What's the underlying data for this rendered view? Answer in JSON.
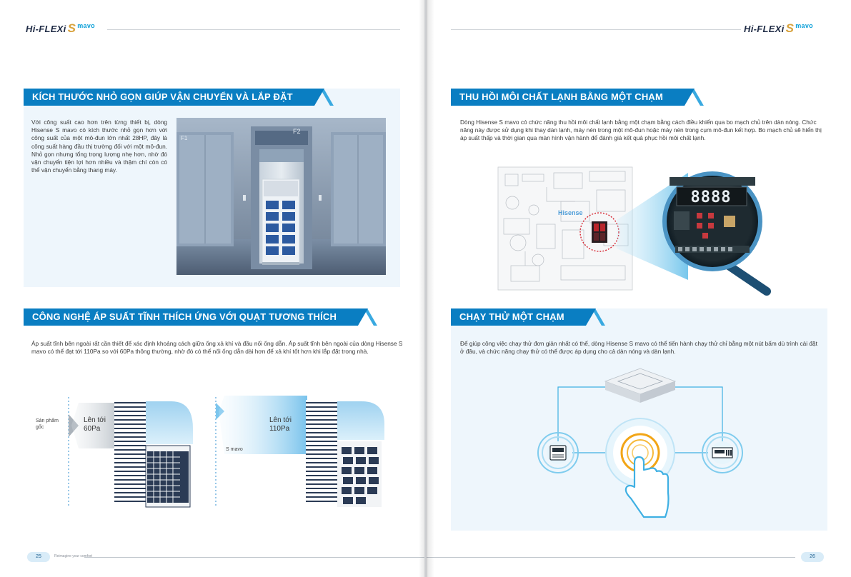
{
  "brand": {
    "name": "Hi-FLEXi",
    "s": "S",
    "mavo": "mavo"
  },
  "left": {
    "page_number": "25",
    "tagline": "Reimagine your comfort",
    "section1": {
      "title": "KÍCH THƯỚC NHỎ GỌN GIÚP VẬN CHUYỂN VÀ LẮP ĐẶT",
      "text": "Với công suất cao hơn trên từng thiết bị, dòng Hisense S mavo có kích thước nhỏ gọn hơn với công suất của một mô-đun lớn nhất 28HP, đây là công suất hàng đầu thị trường đối với một mô-đun. Nhỏ gọn nhưng tổng trọng lượng nhẹ hơn, nhờ đó vận chuyển tiện lợi hơn nhiều và thậm chí còn có thể vận chuyển bằng thang máy.",
      "photo_labels": {
        "f1": "F1",
        "f2": "F2"
      }
    },
    "section2": {
      "title": "CÔNG NGHỆ ÁP SUẤT TĨNH THÍCH ỨNG VỚI QUẠT TƯƠNG THÍCH",
      "text": "Áp suất tĩnh bên ngoài rất cần thiết để xác định khoảng cách giữa ống xả khí và đầu nối ống dẫn. Áp suất tĩnh bên ngoài của dòng Hisense S mavo có thể đạt tới 110Pa so với 60Pa thông thường, nhờ đó có thể nối ống dẫn dài hơn để xả khí tốt hơn khi lắp đặt trong nhà.",
      "original_label": "Sản phẩm gốc",
      "original_value": "Lên tới 60Pa",
      "smavo_label": "S mavo",
      "smavo_value": "Lên tới 110Pa"
    }
  },
  "right": {
    "page_number": "26",
    "section1": {
      "title": "THU HỒI MÔI CHẤT LẠNH BẰNG MỘT CHẠM",
      "text": "Dòng Hisense S mavo có chức năng thu hồi môi chất lạnh bằng một chạm bằng cách điều khiển qua bo mạch chủ trên dàn nóng. Chức năng này được sử dụng khi thay dàn lạnh, máy nén trong một mô-đun hoặc máy nén trong cụm mô-đun kết hợp. Bo mạch chủ sẽ hiển thị áp suất thấp và thời gian qua màn hình vận hành để đánh giá kết quả phục hồi môi chất lạnh.",
      "board_logo": "Hisense",
      "display_digits": "8888"
    },
    "section2": {
      "title": "CHẠY THỬ MỘT CHẠM",
      "text": "Để giúp công việc chạy thử đơn giản nhất có thể, dòng Hisense S mavo có thể tiến hành chạy thử chỉ bằng một nút bấm dù trình cài đặt ở đâu, và chức năng chạy thử có thể được áp dụng cho cả dàn nóng và dàn lạnh."
    }
  },
  "colors": {
    "accent": "#0a7ec2",
    "light": "#eef6fc",
    "brand_gold": "#d8a23c",
    "brand_blue": "#0b9fd8"
  }
}
